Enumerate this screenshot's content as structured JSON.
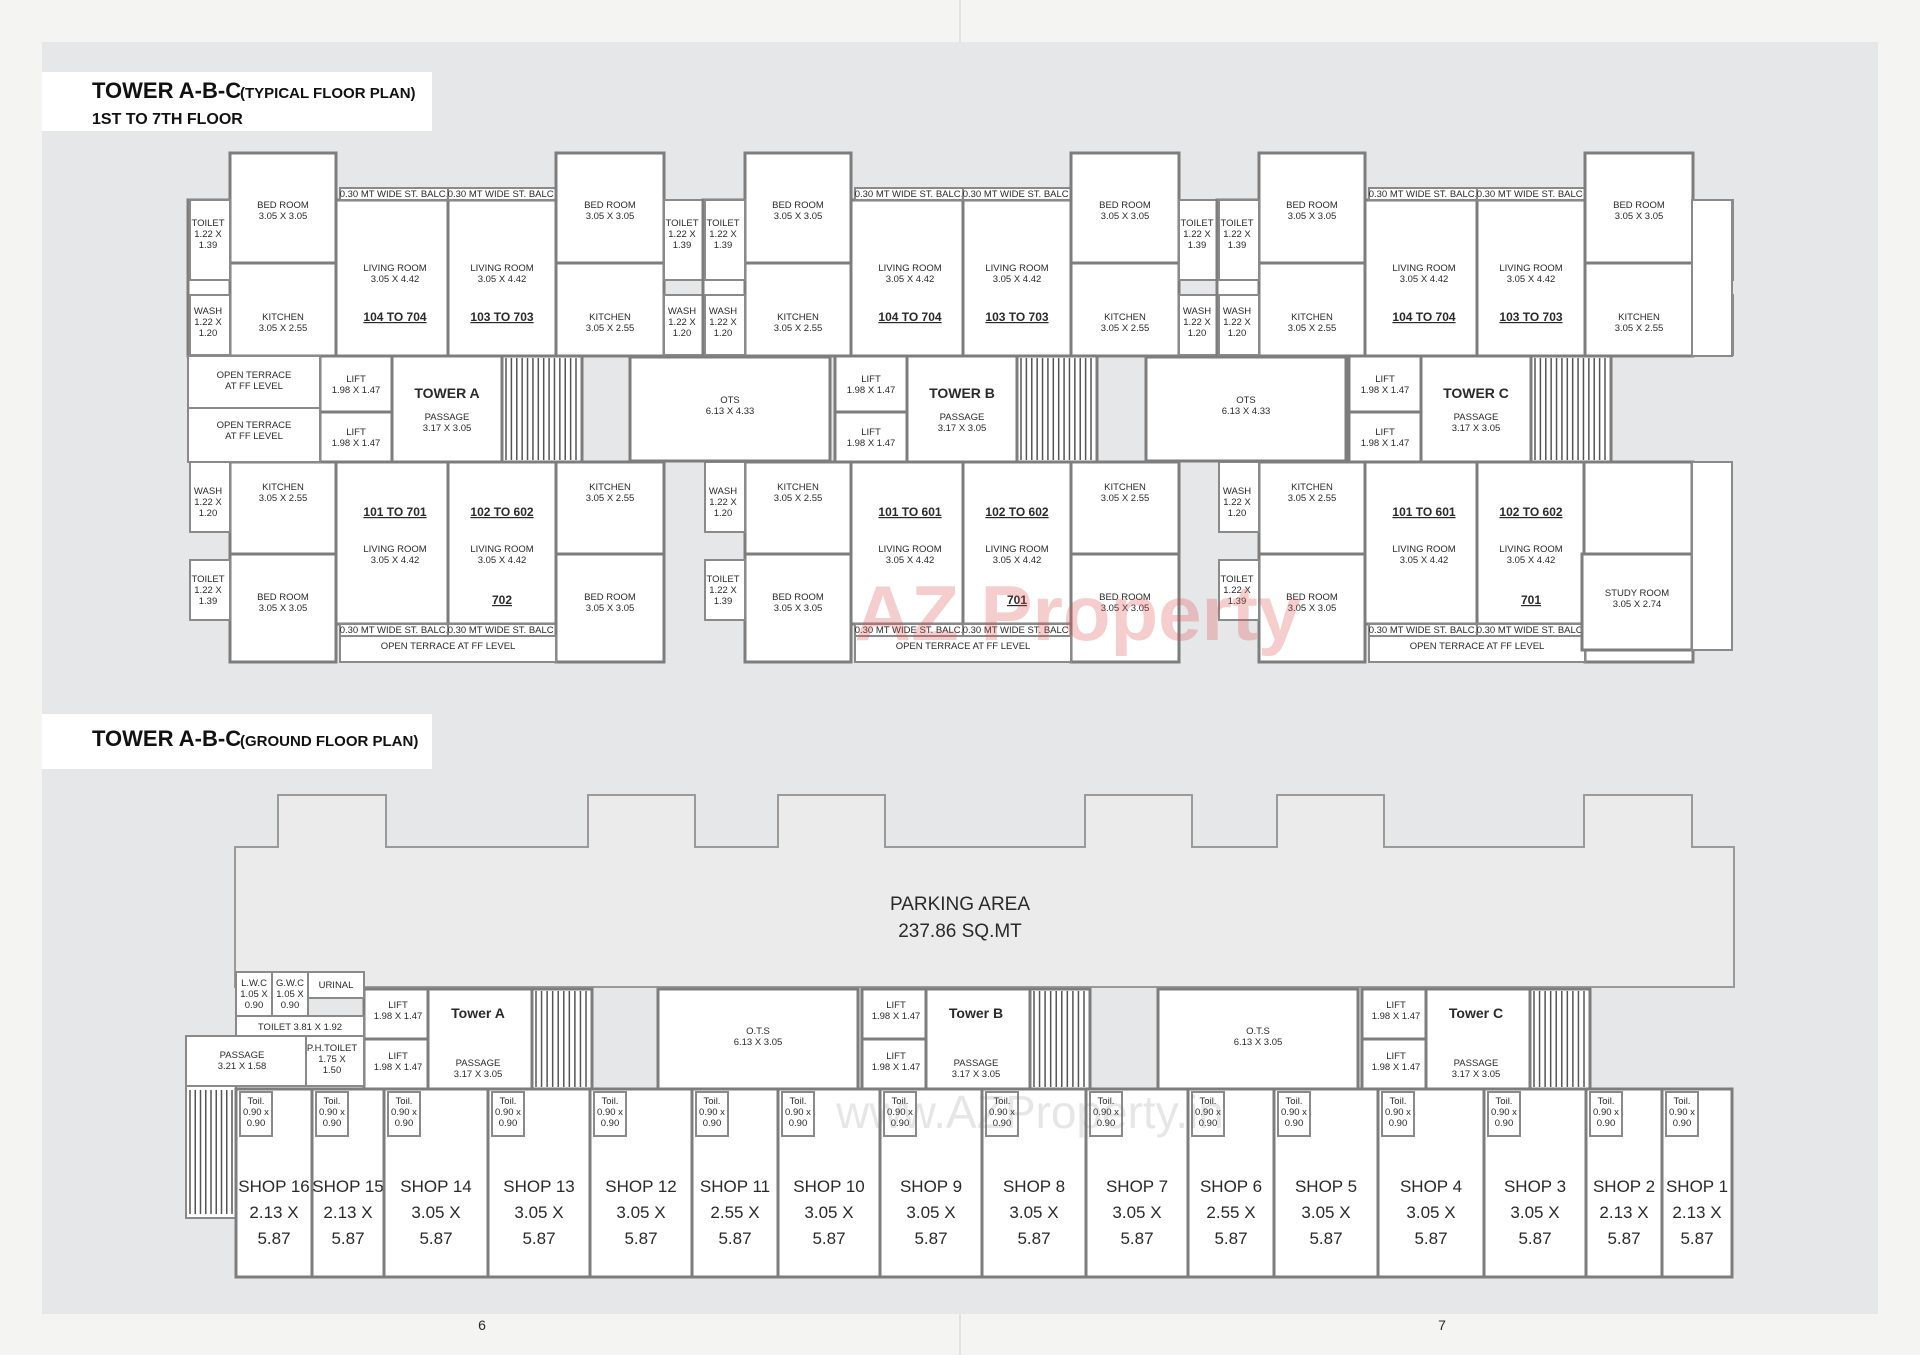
{
  "sections": {
    "typical": {
      "title": "TOWER A-B-C",
      "subtitle": "(TYPICAL FLOOR PLAN)",
      "floor_line": "1ST TO 7TH FLOOR"
    },
    "ground": {
      "title": "TOWER A-B-C",
      "subtitle": "(GROUND FLOOR PLAN)"
    }
  },
  "labels": {
    "bedroom": "BED ROOM",
    "bedroom_dim": "3.05 X 3.05",
    "living": "LIVING ROOM",
    "living_dim": "3.05 X 4.42",
    "kitchen": "KITCHEN",
    "kitchen_dim": "3.05 X 2.55",
    "toilet": "TOILET",
    "toilet_dim1": "1.22 X",
    "toilet_dim2": "1.39",
    "wash": "WASH",
    "wash_dim1": "1.22 X",
    "wash_dim2": "1.20",
    "balcony": "0.30 MT WIDE ST. BALC.",
    "lift": "LIFT",
    "lift_dim": "1.98 X 1.47",
    "passage": "PASSAGE",
    "passage_dim": "3.17 X 3.05",
    "ots": "OTS",
    "ots_dim": "6.13 X 4.33",
    "open_terrace_ff": "OPEN TERRACE AT FF LEVEL",
    "open_terrace_a": "OPEN TERRACE",
    "open_terrace_b": "AT FF LEVEL",
    "study": "STUDY ROOM",
    "study_dim": "3.05 X 2.74",
    "u104": "104 TO 704",
    "u103": "103 TO 703",
    "u101_701": "101 TO 701",
    "u101_601": "101 TO 601",
    "u102": "102 TO 602",
    "u702": "702",
    "u701": "701"
  },
  "towers_typical": [
    "TOWER A",
    "TOWER B",
    "TOWER C"
  ],
  "ground": {
    "parking_label": "PARKING AREA",
    "parking_area": "237.86 SQ.MT",
    "towers": [
      "Tower A",
      "Tower B",
      "Tower C"
    ],
    "lift": "LIFT",
    "lift_dim": "1.98 X 1.47",
    "passage": "PASSAGE",
    "passage_dim": "3.17 X 3.05",
    "ots": "O.T.S",
    "ots_dim": "6.13 X 3.05",
    "toil": "Toil.",
    "toil_dim": "0.90 x",
    "toil_dim2": "0.90",
    "lwc": "L.W.C",
    "gwc": "G.W.C",
    "wc_dim": "1.05 X",
    "wc_dim2": "0.90",
    "urinal": "URINAL",
    "toilet_big": "TOILET  3.81 X 1.92",
    "passage2": "PASSAGE",
    "passage2_dim": "3.21 X 1.58",
    "ph_toilet": "P.H.TOILET",
    "ph_toilet_dim": "1.75 X",
    "ph_toilet_dim2": "1.50",
    "shops": [
      {
        "name": "SHOP 16",
        "dim1": "2.13 X",
        "dim2": "5.87"
      },
      {
        "name": "SHOP 15",
        "dim1": "2.13 X",
        "dim2": "5.87"
      },
      {
        "name": "SHOP 14",
        "dim1": "3.05 X",
        "dim2": "5.87"
      },
      {
        "name": "SHOP 13",
        "dim1": "3.05 X",
        "dim2": "5.87"
      },
      {
        "name": "SHOP 12",
        "dim1": "3.05 X",
        "dim2": "5.87"
      },
      {
        "name": "SHOP 11",
        "dim1": "2.55 X",
        "dim2": "5.87"
      },
      {
        "name": "SHOP 10",
        "dim1": "3.05 X",
        "dim2": "5.87"
      },
      {
        "name": "SHOP 9",
        "dim1": "3.05 X",
        "dim2": "5.87"
      },
      {
        "name": "SHOP 8",
        "dim1": "3.05 X",
        "dim2": "5.87"
      },
      {
        "name": "SHOP 7",
        "dim1": "3.05 X",
        "dim2": "5.87"
      },
      {
        "name": "SHOP 6",
        "dim1": "2.55 X",
        "dim2": "5.87"
      },
      {
        "name": "SHOP 5",
        "dim1": "3.05 X",
        "dim2": "5.87"
      },
      {
        "name": "SHOP 4",
        "dim1": "3.05 X",
        "dim2": "5.87"
      },
      {
        "name": "SHOP 3",
        "dim1": "3.05 X",
        "dim2": "5.87"
      },
      {
        "name": "SHOP 2",
        "dim1": "2.13 X",
        "dim2": "5.87"
      },
      {
        "name": "SHOP 1",
        "dim1": "2.13 X",
        "dim2": "5.87"
      }
    ]
  },
  "page_numbers": [
    "6",
    "7"
  ],
  "watermark": {
    "brand": "AZ Property",
    "url": "www.AZProperty.in"
  }
}
